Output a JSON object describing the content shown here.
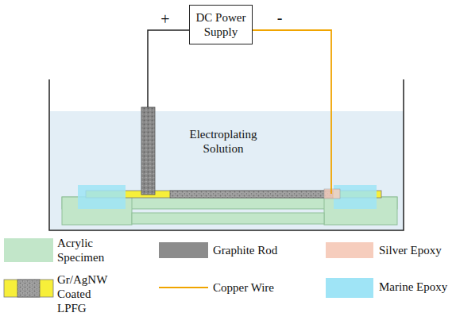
{
  "diagram": {
    "nodes": [
      {
        "text": [
          "DC Power Supply"
        ]
      }
    ],
    "labels": [
      "+",
      "-",
      "Electroplating Solution"
    ],
    "legend": [
      {
        "text": "Acrylic Specimen",
        "color": "#c2e6c9"
      },
      {
        "text": "Graphite Rod",
        "color": "#8c8c8c"
      },
      {
        "text": "Silver Epoxy",
        "color": "#f6cdbd"
      },
      {
        "text": "Gr/AgNW Coated LPFG"
      },
      {
        "text": "Copper Wire"
      },
      {
        "text": "Marine Epoxy",
        "color": "#9fe4f6"
      }
    ]
  }
}
